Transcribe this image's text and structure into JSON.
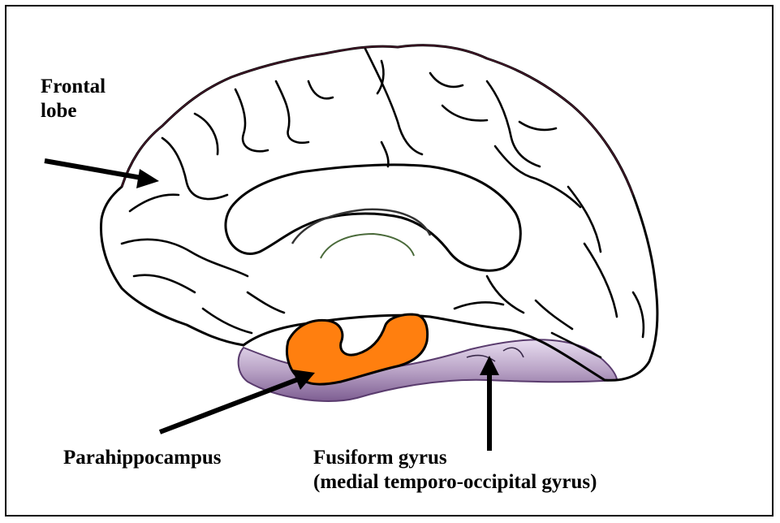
{
  "labels": {
    "frontal_line1": "Frontal",
    "frontal_line2": "lobe",
    "parahippocampus": "Parahippocampus",
    "fusiform_line1": "Fusiform gyrus",
    "fusiform_line2": "(medial temporo-occipital gyrus)"
  },
  "colors": {
    "parahippocampus_fill": "#FF7F0F",
    "fusiform_fill": "#A892B4",
    "outline": "#000000",
    "outline_tint": "#6B1E3A"
  }
}
